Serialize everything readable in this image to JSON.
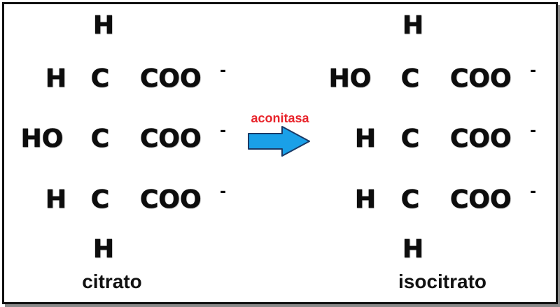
{
  "colors": {
    "border": "#111111",
    "enzyme_label": "#e8232a",
    "arrow_fill": "#1aa0e8",
    "arrow_stroke": "#1a3a66"
  },
  "reaction": {
    "enzyme": "aconitasa",
    "arrow_icon": "right-arrow-icon"
  },
  "citrate": {
    "name": "citrato",
    "top_H": "H",
    "rows": [
      {
        "left": "H",
        "carbon": "C",
        "right": "COO",
        "charge": "-"
      },
      {
        "left": "HO",
        "carbon": "C",
        "right": "COO",
        "charge": "-"
      },
      {
        "left": "H",
        "carbon": "C",
        "right": "COO",
        "charge": "-"
      }
    ],
    "bottom_H": "H"
  },
  "isocitrate": {
    "name": "isocitrato",
    "top_H": "H",
    "rows": [
      {
        "left": "HO",
        "carbon": "C",
        "right": "COO",
        "charge": "-"
      },
      {
        "left": "H",
        "carbon": "C",
        "right": "COO",
        "charge": "-"
      },
      {
        "left": "H",
        "carbon": "C",
        "right": "COO",
        "charge": "-"
      }
    ],
    "bottom_H": "H"
  }
}
